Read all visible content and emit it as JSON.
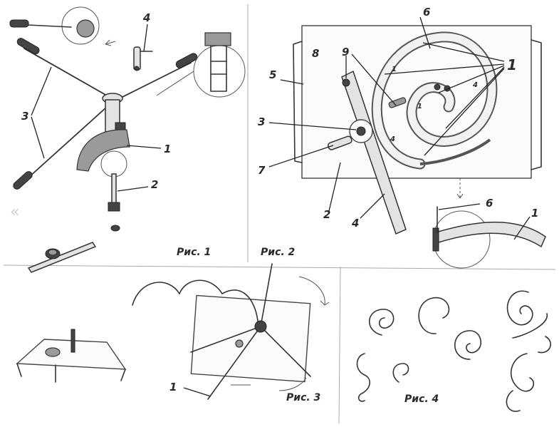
{
  "figures": {
    "fig1": {
      "caption": "Рис. 1",
      "labels": [
        "4",
        "3",
        "1",
        "2"
      ]
    },
    "fig2": {
      "caption": "Рис. 2",
      "labels": [
        "6",
        "8",
        "9",
        "1",
        "5",
        "3",
        "7",
        "2",
        "4",
        "6",
        "1"
      ],
      "arm_marks": [
        "1",
        "1",
        "4",
        "4"
      ]
    },
    "fig3": {
      "caption": "Рис. 3",
      "labels": [
        "1"
      ]
    },
    "fig4": {
      "caption": "Рис. 4"
    }
  },
  "navigation": {
    "prev_icon": "«"
  },
  "colors": {
    "ink": "#333333",
    "paper": "#ffffff",
    "shade": "#9a9a9a"
  }
}
